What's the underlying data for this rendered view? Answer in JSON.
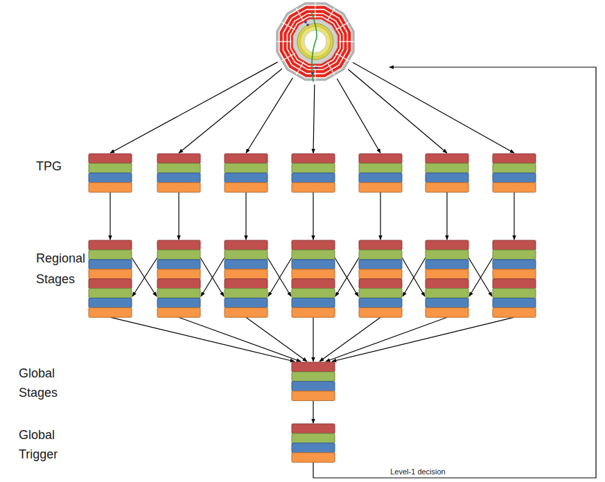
{
  "diagram": {
    "labels": [
      "TPG",
      "Regional Stages",
      "Global Stages",
      "Global Trigger",
      "Level-1 decision"
    ]
  }
}
